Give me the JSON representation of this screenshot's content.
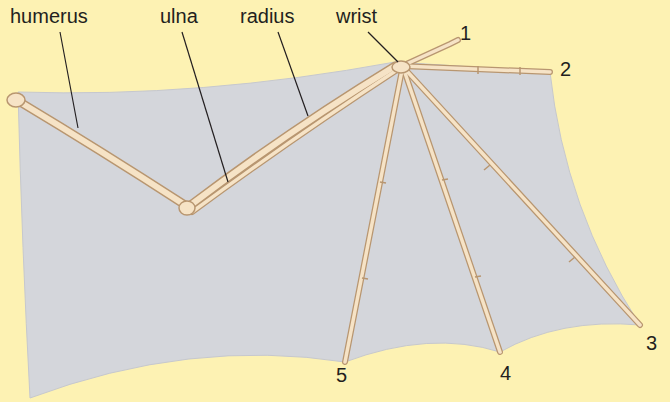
{
  "diagram": {
    "labels": [
      "humerus",
      "ulna",
      "radius",
      "wrist",
      "1",
      "2",
      "3",
      "4",
      "5"
    ]
  }
}
